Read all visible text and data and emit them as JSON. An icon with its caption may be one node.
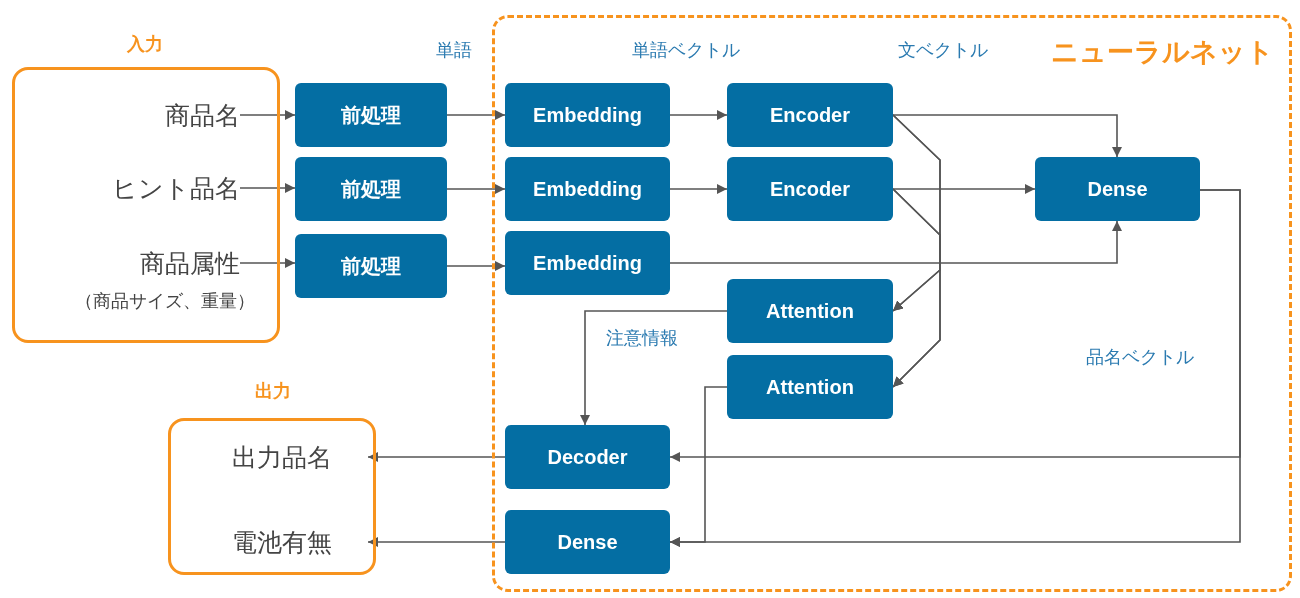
{
  "diagram": {
    "nodes": [
      {
        "text": [
          "入力"
        ]
      },
      {
        "text": [
          "商品名"
        ],
        "in": 0
      },
      {
        "text": [
          "ヒント品名"
        ],
        "in": 0
      },
      {
        "text": [
          "商品属性"
        ],
        "in": 0,
        "beside": [
          "（商品サイズ、重量）"
        ]
      },
      {
        "text": [
          "前処理"
        ]
      },
      {
        "text": [
          "前処理"
        ]
      },
      {
        "text": [
          "前処理"
        ]
      },
      {
        "text": [
          "ニューラルネット"
        ]
      },
      {
        "text": [
          "Embedding"
        ],
        "in": 7
      },
      {
        "text": [
          "Embedding"
        ],
        "in": 7
      },
      {
        "text": [
          "Embedding"
        ],
        "in": 7
      },
      {
        "text": [
          "Encoder"
        ],
        "in": 7
      },
      {
        "text": [
          "Encoder"
        ],
        "in": 7
      },
      {
        "text": [
          "Dense"
        ],
        "in": 7
      },
      {
        "text": [
          "Attention"
        ],
        "in": 7
      },
      {
        "text": [
          "Attention"
        ],
        "in": 7
      },
      {
        "text": [
          "Decoder"
        ],
        "in": 7
      },
      {
        "text": [
          "Dense"
        ],
        "in": 7
      },
      {
        "text": [
          "出力"
        ]
      },
      {
        "text": [
          "出力品名"
        ],
        "in": 18
      },
      {
        "text": [
          "電池有無"
        ],
        "in": 18
      }
    ],
    "edges": [
      {
        "from": 1,
        "to": 4,
        "arrow": "to"
      },
      {
        "from": 2,
        "to": 5,
        "arrow": "to"
      },
      {
        "from": 3,
        "to": 6,
        "arrow": "to"
      },
      {
        "from": 4,
        "to": 8,
        "arrow": "to"
      },
      {
        "from": 5,
        "to": 9,
        "arrow": "to"
      },
      {
        "from": 6,
        "to": 10,
        "arrow": "to"
      },
      {
        "from": 8,
        "to": 11,
        "arrow": "to"
      },
      {
        "from": 9,
        "to": 12,
        "arrow": "to"
      },
      {
        "from": 11,
        "to": 13,
        "arrow": "to"
      },
      {
        "from": 12,
        "to": 13,
        "arrow": "to"
      },
      {
        "from": 10,
        "to": 13,
        "arrow": "to"
      },
      {
        "from": 11,
        "to": 14,
        "arrow": "to"
      },
      {
        "from": 11,
        "to": 15,
        "arrow": "to"
      },
      {
        "from": 12,
        "to": 14,
        "arrow": "to"
      },
      {
        "from": 12,
        "to": 15,
        "arrow": "to"
      },
      {
        "from": 13,
        "to": 16,
        "arrow": "to"
      },
      {
        "from": 13,
        "to": 17,
        "arrow": "to"
      },
      {
        "from": 14,
        "to": 16,
        "arrow": "to",
        "label": "注意情報"
      },
      {
        "from": 15,
        "to": 17,
        "arrow": "to"
      },
      {
        "from": 16,
        "to": 19,
        "arrow": "to"
      },
      {
        "from": 17,
        "to": 20,
        "arrow": "to"
      }
    ],
    "labels": [
      "単語",
      "単語ベクトル",
      "文ベクトル",
      "品名ベクトル"
    ]
  }
}
